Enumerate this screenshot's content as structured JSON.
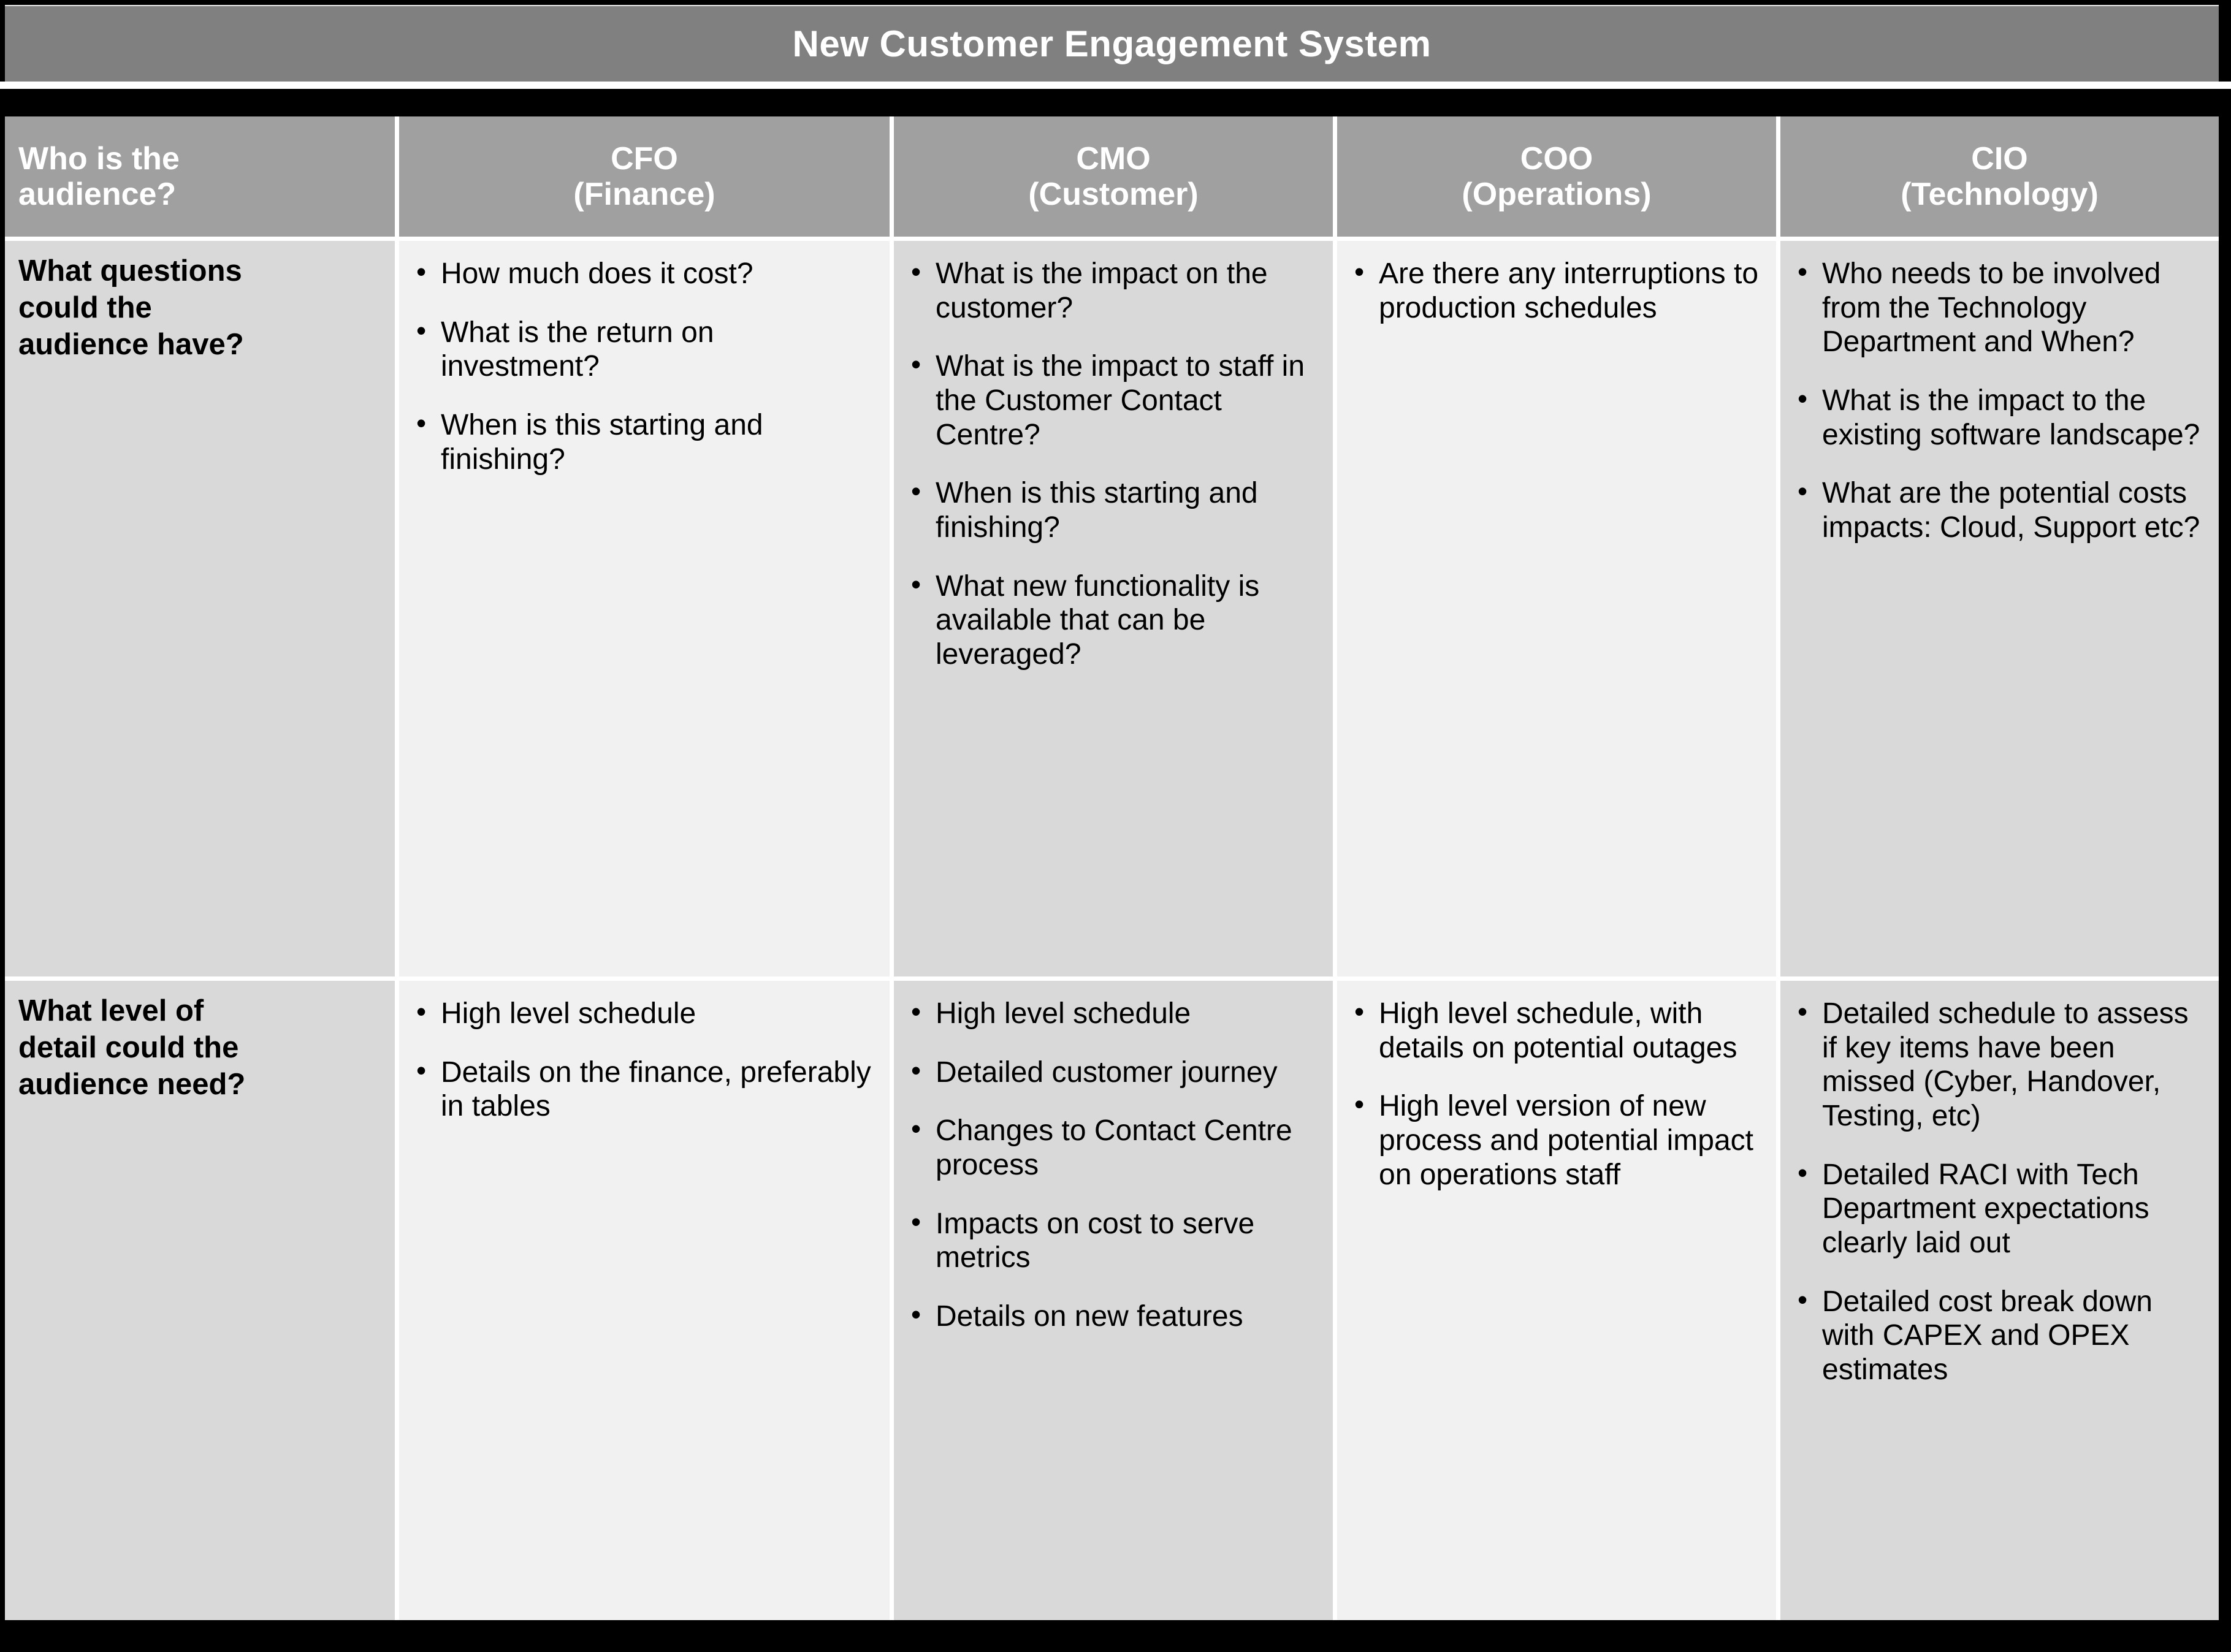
{
  "title": "New Customer Engagement System",
  "colors": {
    "frame": "#000000",
    "title_bar": "#808080",
    "header_row": "#a0a0a0",
    "cell_dark": "#d9d9d9",
    "cell_light": "#f1f1f1",
    "title_text": "#ffffff",
    "header_text": "#ffffff",
    "body_text": "#000000"
  },
  "headers": [
    {
      "label": "Who is the\naudience?",
      "line1": "Who is the",
      "line2": "audience?"
    },
    {
      "line1": "CFO",
      "line2": "(Finance)"
    },
    {
      "line1": "CMO",
      "line2": "(Customer)"
    },
    {
      "line1": "COO",
      "line2": "(Operations)"
    },
    {
      "line1": "CIO",
      "line2": "(Technology)"
    }
  ],
  "rows": [
    {
      "label_line1": "What questions",
      "label_line2": "could the",
      "label_line3": "audience have?",
      "cells": [
        {
          "audience": "CFO",
          "bullets": [
            "How much does it cost?",
            "What is the return on investment?",
            "When is this starting and finishing?"
          ]
        },
        {
          "audience": "CMO",
          "bullets": [
            "What is the impact on the  customer?",
            "What is the impact to staff in the Customer Contact Centre?",
            "When is this starting and finishing?",
            "What new functionality is available that can be leveraged?"
          ]
        },
        {
          "audience": "COO",
          "bullets": [
            "Are there any interruptions to production schedules"
          ]
        },
        {
          "audience": "CIO",
          "bullets": [
            "Who needs to be involved from the Technology Department and When?",
            "What is the impact to the existing software landscape?",
            "What are the potential costs impacts: Cloud, Support etc?"
          ]
        }
      ]
    },
    {
      "label_line1": "What level of",
      "label_line2": "detail could the",
      "label_line3": "audience need?",
      "cells": [
        {
          "audience": "CFO",
          "bullets": [
            "High level schedule",
            "Details on the finance, preferably in tables"
          ]
        },
        {
          "audience": "CMO",
          "bullets": [
            "High level schedule",
            "Detailed customer journey",
            "Changes to Contact Centre process",
            "Impacts on cost to serve metrics",
            "Details on new features"
          ]
        },
        {
          "audience": "COO",
          "bullets": [
            "High level schedule, with details on potential outages",
            "High level version of new process and potential impact on operations staff"
          ]
        },
        {
          "audience": "CIO",
          "bullets": [
            "Detailed schedule to assess if key items have been missed (Cyber, Handover, Testing, etc)",
            "Detailed RACI with Tech Department expectations clearly laid out",
            "Detailed cost break down with CAPEX and OPEX estimates"
          ]
        }
      ]
    }
  ]
}
